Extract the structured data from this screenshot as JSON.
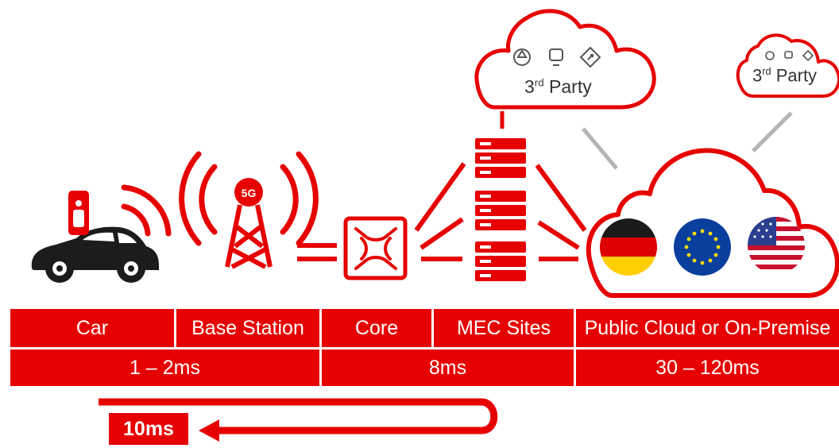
{
  "colors": {
    "accent": "#e60000",
    "dark": "#222222",
    "grey": "#b5b5b5"
  },
  "clouds": {
    "third_party_main": {
      "label_prefix": "3",
      "label_sup": "rd",
      "label_suffix": " Party"
    },
    "third_party_small": {
      "label_prefix": "3",
      "label_sup": "rd",
      "label_suffix": " Party"
    }
  },
  "icons": {
    "car": "car-icon",
    "sim": "sim-card-icon",
    "tower": "5g-tower-icon",
    "tower_badge": "5G",
    "core": "core-router-icon",
    "servers": "server-rack-icon",
    "flags": [
      "germany-flag-icon",
      "eu-flag-icon",
      "usa-flag-icon"
    ]
  },
  "segments": {
    "row1": [
      "Car",
      "Base Station",
      "Core",
      "MEC Sites",
      "Public Cloud or On-Premise"
    ],
    "row2": [
      "1 – 2ms",
      "8ms",
      "30 – 120ms"
    ]
  },
  "round_trip": {
    "label": "10ms"
  }
}
